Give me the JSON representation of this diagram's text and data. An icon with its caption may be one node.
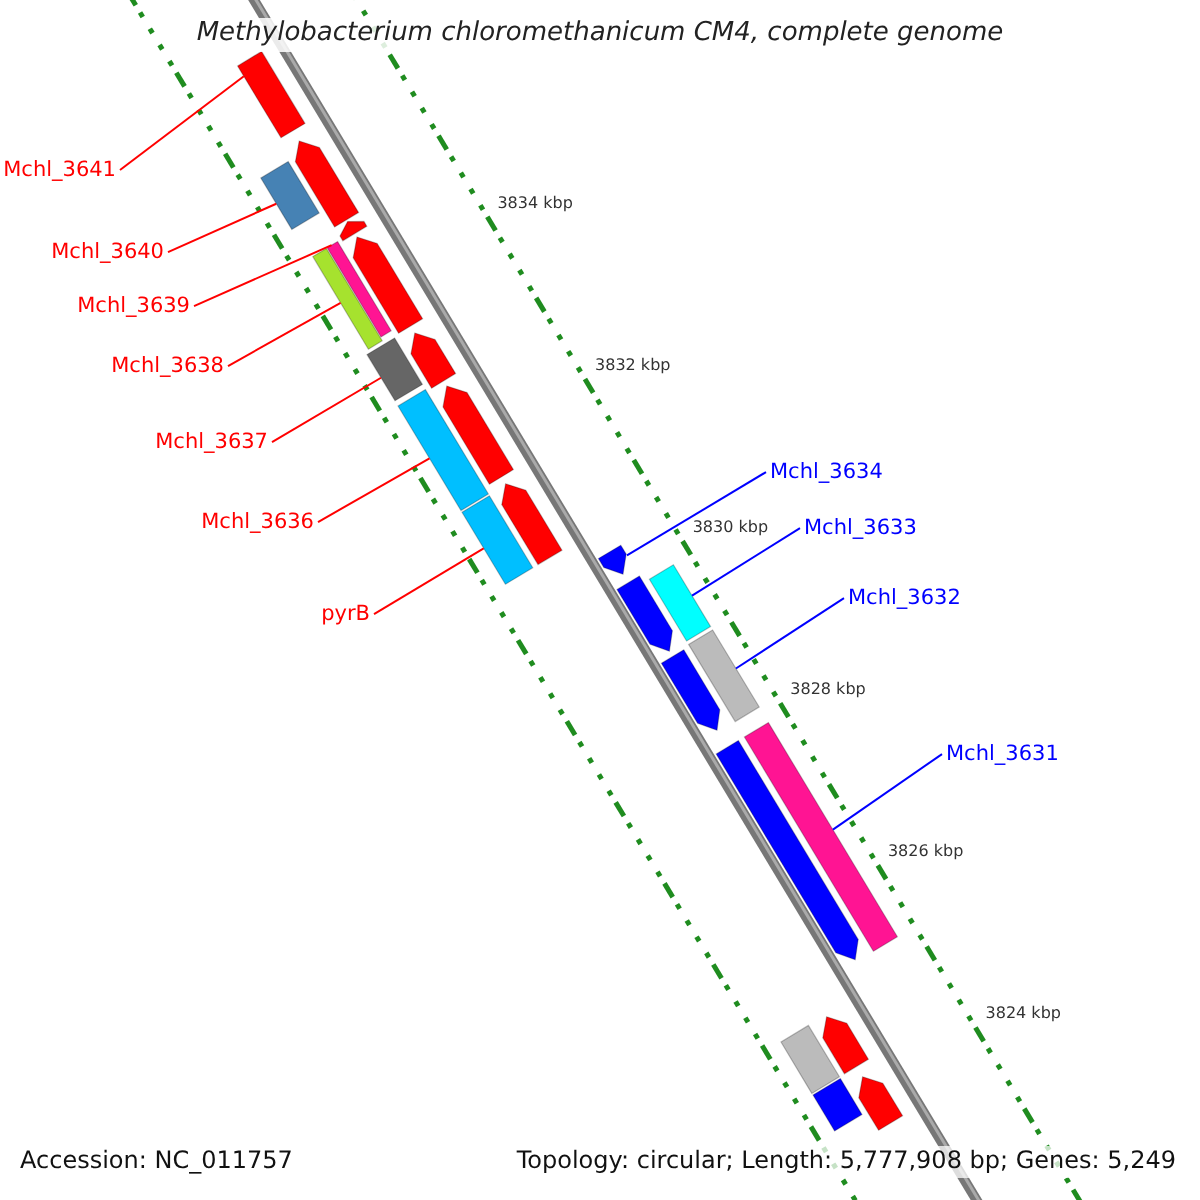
{
  "diagram": {
    "title": "Methylobacterium chloromethanicum CM4, complete genome",
    "nodes": [
      {
        "text": [
          "Mchl_3641"
        ]
      },
      {
        "text": [
          "Mchl_3640"
        ]
      },
      {
        "text": [
          "Mchl_3639"
        ]
      },
      {
        "text": [
          "Mchl_3638"
        ]
      },
      {
        "text": [
          "Mchl_3637"
        ]
      },
      {
        "text": [
          "Mchl_3636"
        ]
      },
      {
        "text": [
          "pyrB"
        ]
      },
      {
        "text": [
          "Mchl_3634"
        ]
      },
      {
        "text": [
          "Mchl_3633"
        ]
      },
      {
        "text": [
          "Mchl_3632"
        ]
      },
      {
        "text": [
          "Mchl_3631"
        ]
      },
      {
        "text": [],
        "shape": "bar"
      },
      {
        "text": [],
        "shape": "bar"
      },
      {
        "text": [],
        "shape": "bar"
      },
      {
        "text": [],
        "shape": "bar"
      },
      {
        "text": [],
        "shape": "bar"
      },
      {
        "text": [],
        "shape": "bar"
      },
      {
        "text": [],
        "shape": "bar"
      },
      {
        "text": [],
        "shape": "arrow"
      },
      {
        "text": [],
        "shape": "bar"
      },
      {
        "text": [],
        "shape": "bar"
      },
      {
        "text": [],
        "shape": "bar"
      },
      {
        "text": [],
        "shape": "arrow"
      },
      {
        "text": [],
        "shape": "arrow"
      },
      {
        "text": [],
        "shape": "arrow"
      },
      {
        "text": [],
        "shape": "arrow"
      },
      {
        "text": [],
        "shape": "arrow"
      },
      {
        "text": [],
        "shape": "arrow"
      },
      {
        "text": [],
        "shape": "arrow"
      },
      {
        "text": [],
        "shape": "arrow"
      },
      {
        "text": [],
        "shape": "arrow"
      },
      {
        "text": [],
        "shape": "bar"
      },
      {
        "text": [],
        "shape": "arrow"
      },
      {
        "text": [],
        "shape": "bar"
      },
      {
        "text": [],
        "shape": "arrow"
      }
    ],
    "edges": [
      {
        "from": 0,
        "to": 11,
        "arrow": "none"
      },
      {
        "from": 1,
        "to": 12,
        "arrow": "none"
      },
      {
        "from": 2,
        "to": 13,
        "arrow": "none"
      },
      {
        "from": 3,
        "to": 14,
        "arrow": "none"
      },
      {
        "from": 4,
        "to": 15,
        "arrow": "none"
      },
      {
        "from": 5,
        "to": 16,
        "arrow": "none"
      },
      {
        "from": 6,
        "to": 17,
        "arrow": "none"
      },
      {
        "from": 7,
        "to": 18,
        "arrow": "none",
        "color": "#0000ff"
      },
      {
        "from": 8,
        "to": 19,
        "arrow": "none",
        "color": "#0000ff"
      },
      {
        "from": 9,
        "to": 20,
        "arrow": "none",
        "color": "#0000ff"
      },
      {
        "from": 10,
        "to": 21,
        "arrow": "none",
        "color": "#0000ff"
      }
    ],
    "labels": [
      "3834 kbp",
      "3832 kbp",
      "3830 kbp",
      "3828 kbp",
      "3826 kbp",
      "3824 kbp",
      "Accession: NC_011757",
      "Topology: circular; Length: 5,777,908 bp; Genes: 5,249"
    ]
  }
}
